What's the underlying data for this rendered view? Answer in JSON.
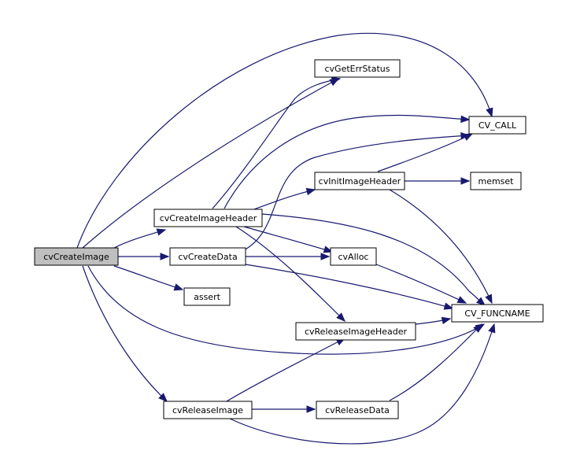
{
  "colors": {
    "edge": "#191970",
    "root_fill": "#bfbfbf",
    "node_fill": "#ffffff"
  },
  "nodes": {
    "cvCreateImage": "cvCreateImage",
    "cvGetErrStatus": "cvGetErrStatus",
    "CV_CALL": "CV_CALL",
    "cvInitImageHeader": "cvInitImageHeader",
    "memset": "memset",
    "cvCreateImageHeader": "cvCreateImageHeader",
    "cvCreateData": "cvCreateData",
    "cvAlloc": "cvAlloc",
    "assert": "assert",
    "CV_FUNCNAME": "CV_FUNCNAME",
    "cvReleaseImageHeader": "cvReleaseImageHeader",
    "cvReleaseImage": "cvReleaseImage",
    "cvReleaseData": "cvReleaseData"
  },
  "edges": [
    [
      "cvCreateImage",
      "cvGetErrStatus"
    ],
    [
      "cvCreateImage",
      "CV_CALL"
    ],
    [
      "cvCreateImage",
      "cvCreateImageHeader"
    ],
    [
      "cvCreateImage",
      "cvCreateData"
    ],
    [
      "cvCreateImage",
      "assert"
    ],
    [
      "cvCreateImage",
      "CV_FUNCNAME"
    ],
    [
      "cvCreateImage",
      "cvReleaseImage"
    ],
    [
      "cvCreateImageHeader",
      "cvGetErrStatus"
    ],
    [
      "cvCreateImageHeader",
      "CV_CALL"
    ],
    [
      "cvCreateImageHeader",
      "cvInitImageHeader"
    ],
    [
      "cvCreateImageHeader",
      "cvAlloc"
    ],
    [
      "cvCreateImageHeader",
      "CV_FUNCNAME"
    ],
    [
      "cvCreateImageHeader",
      "cvReleaseImageHeader"
    ],
    [
      "cvCreateData",
      "CV_CALL"
    ],
    [
      "cvCreateData",
      "cvAlloc"
    ],
    [
      "cvCreateData",
      "CV_FUNCNAME"
    ],
    [
      "cvInitImageHeader",
      "CV_CALL"
    ],
    [
      "cvInitImageHeader",
      "memset"
    ],
    [
      "cvInitImageHeader",
      "CV_FUNCNAME"
    ],
    [
      "cvAlloc",
      "CV_FUNCNAME"
    ],
    [
      "cvReleaseImageHeader",
      "CV_FUNCNAME"
    ],
    [
      "cvReleaseImage",
      "cvReleaseImageHeader"
    ],
    [
      "cvReleaseImage",
      "cvReleaseData"
    ],
    [
      "cvReleaseImage",
      "CV_FUNCNAME"
    ],
    [
      "cvReleaseData",
      "CV_FUNCNAME"
    ]
  ]
}
